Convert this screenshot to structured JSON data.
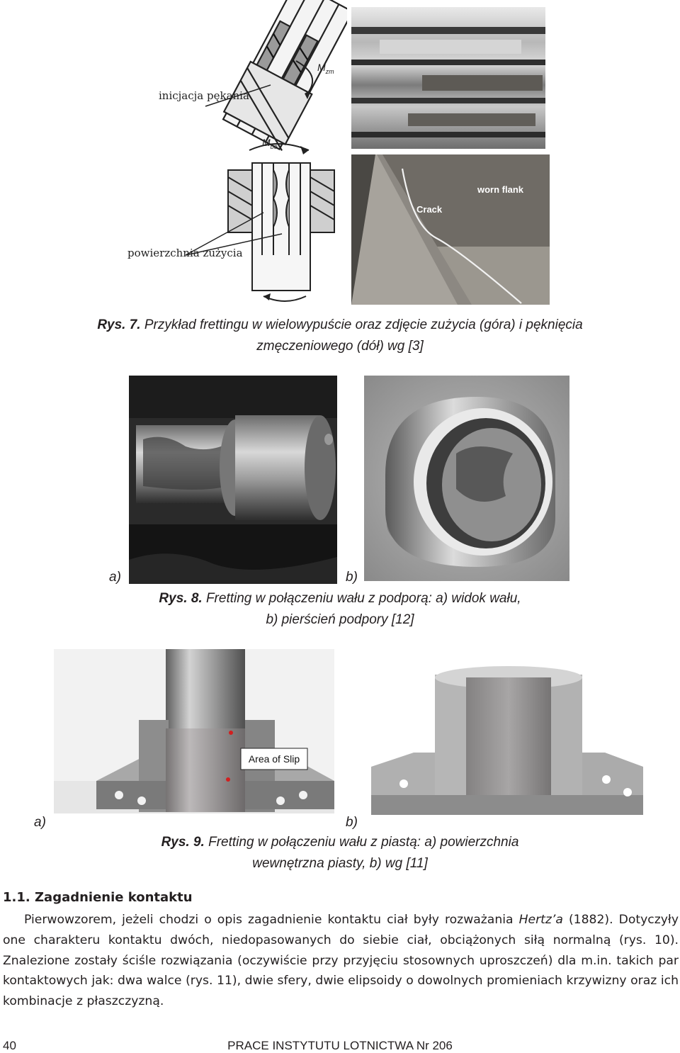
{
  "figure7": {
    "label_crack_initiation": "inicjacja pękania",
    "label_wear_surface": "powierzchnia zużycia",
    "label_moment_top": "M",
    "label_moment_top_sub": "zm",
    "label_moment_bottom": "M",
    "label_moment_bottom_sub": "be",
    "label_worn_flank": "worn flank",
    "label_crack": "Crack",
    "caption_prefix": "Rys. 7.",
    "caption_line1": "Przykład frettingu w wielowypuście oraz zdjęcie zużycia (góra) i pęknięcia",
    "caption_line2": "zmęczeniowego (dół) wg [3]"
  },
  "figure8": {
    "label_a": "a)",
    "label_b": "b)",
    "caption_prefix": "Rys. 8.",
    "caption_line1": "Fretting w połączeniu wału z podporą: a) widok wału,",
    "caption_line2": "b) pierścień podpory [12]"
  },
  "figure9": {
    "label_a": "a)",
    "label_b": "b)",
    "label_area_of_slip": "Area of Slip",
    "caption_prefix": "Rys. 9.",
    "caption_line1": "Fretting w połączeniu wału z piastą: a) powierzchnia",
    "caption_line2": "wewnętrzna piasty, b) wg [11]"
  },
  "section": {
    "heading": "1.1. Zagadnienie kontaktu",
    "text_before_italic": "Pierwowzorem, jeżeli chodzi o opis zagadnienie kontaktu ciał były rozważania ",
    "text_italic": "Hertz’a",
    "text_after_italic": " (1882). Dotyczyły one charakteru kontaktu dwóch, niedopasowanych do siebie ciał, obciążonych siłą normalną (rys. 10). Znalezione zostały ściśle rozwiązania (oczywiście przy przyjęciu stosownych uproszczeń) dla m.in. takich par kontaktowych jak: dwa walce (rys. 11), dwie sfery, dwie elipsoidy o dowolnych promieniach krzywizny oraz ich kombinacje z płaszczyzną."
  },
  "footer": {
    "page_number": "40",
    "journal": "PRACE INSTYTUTU LOTNICTWA Nr 206"
  }
}
